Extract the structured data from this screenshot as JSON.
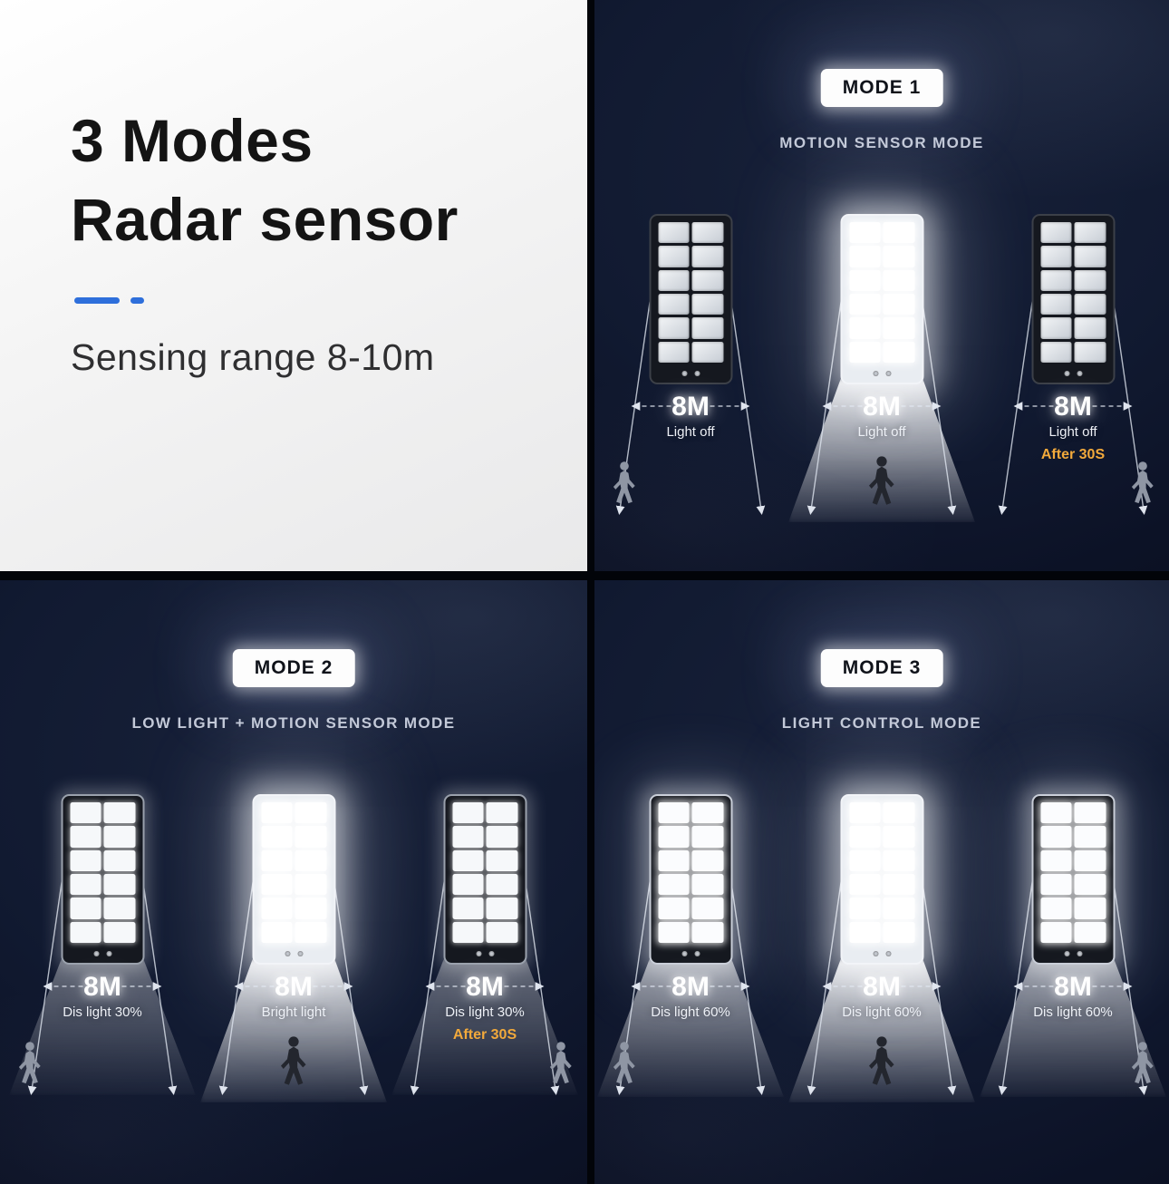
{
  "intro": {
    "title_line1": "3 Modes",
    "title_line2": "Radar sensor",
    "subtitle": "Sensing range 8-10m",
    "accent_color": "#2e6fdb"
  },
  "panels": [
    {
      "badge": "MODE 1",
      "subtitle": "MOTION SENSOR MODE",
      "lamps": [
        {
          "range": "8M",
          "label": "Light off",
          "note": "",
          "state": "off"
        },
        {
          "range": "8M",
          "label": "Light off",
          "note": "",
          "state": "bright"
        },
        {
          "range": "8M",
          "label": "Light off",
          "note": "After 30S",
          "state": "off"
        }
      ]
    },
    {
      "badge": "MODE 2",
      "subtitle": "LOW LIGHT + MOTION SENSOR MODE",
      "lamps": [
        {
          "range": "8M",
          "label": "Dis light 30%",
          "note": "",
          "state": "dim30"
        },
        {
          "range": "8M",
          "label": "Bright light",
          "note": "",
          "state": "bright"
        },
        {
          "range": "8M",
          "label": "Dis light 30%",
          "note": "After 30S",
          "state": "dim30"
        }
      ]
    },
    {
      "badge": "MODE 3",
      "subtitle": "LIGHT CONTROL MODE",
      "lamps": [
        {
          "range": "8M",
          "label": "Dis light 60%",
          "note": "",
          "state": "dim60"
        },
        {
          "range": "8M",
          "label": "Dis light 60%",
          "note": "",
          "state": "bright"
        },
        {
          "range": "8M",
          "label": "Dis light 60%",
          "note": "",
          "state": "dim60"
        }
      ]
    }
  ],
  "colors": {
    "accent_blue": "#2e6fdb",
    "note_orange": "#f2a93b",
    "panel_navy": "#101a31",
    "badge_bg": "#ffffff"
  }
}
